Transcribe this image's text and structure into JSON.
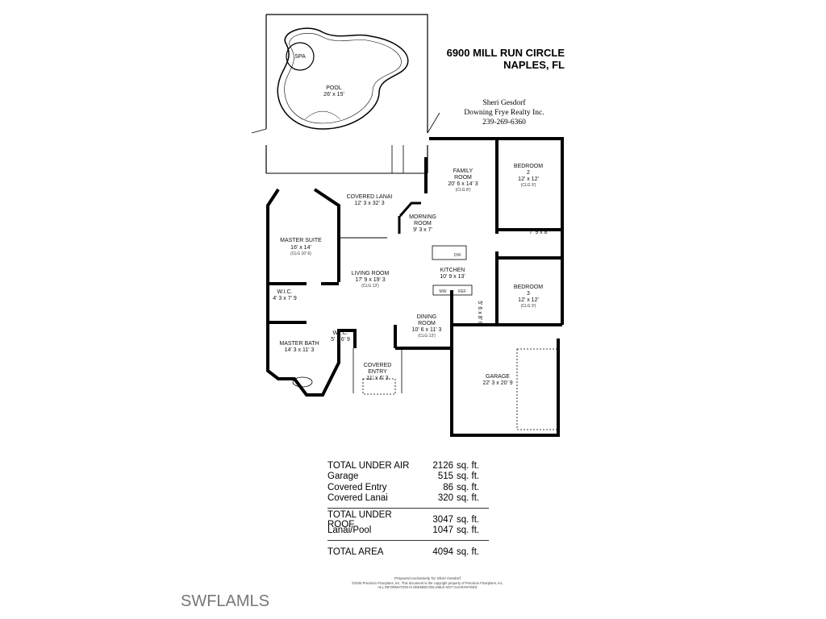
{
  "header": {
    "address_line1": "6900 MILL RUN CIRCLE",
    "address_line2": "NAPLES, FL"
  },
  "agent": {
    "name": "Sheri Gesdorf",
    "company": "Downing Frye Realty Inc.",
    "phone": "239-269-6360"
  },
  "rooms": {
    "spa": {
      "name": "SPA"
    },
    "pool": {
      "name": "POOL",
      "size": "26' x 15'"
    },
    "covered_lanai": {
      "name": "COVERED LANAI",
      "size": "12' 3 x 32' 3"
    },
    "family_room": {
      "name1": "FAMILY",
      "name2": "ROOM",
      "size": "20' 6 x 14' 3",
      "ceiling": "(CLG 8')"
    },
    "bedroom2": {
      "name1": "BEDROOM",
      "name2": "2",
      "size": "12' x 12'",
      "ceiling": "(CLG 9')"
    },
    "morning_room": {
      "name1": "MORNING",
      "name2": "ROOM",
      "size": "9' 3 x 7'"
    },
    "master_suite": {
      "name": "MASTER SUITE",
      "size": "16' x 14'",
      "ceiling": "(CLG 10' 6)"
    },
    "bath2": {
      "size": "7' 9 x 8'"
    },
    "kitchen": {
      "name": "KITCHEN",
      "size": "10' 9 x 13'",
      "dw": "DW",
      "mw": "MW",
      "ref": "REF"
    },
    "living_room": {
      "name": "LIVING ROOM",
      "size": "17' 9 x 19' 3",
      "ceiling": "(CLG 13')"
    },
    "bedroom3": {
      "name1": "BEDROOM",
      "name2": "3",
      "size": "12' x 12'",
      "ceiling": "(CLG 9')"
    },
    "wic1": {
      "name": "W.I.C.",
      "size": "4' 3 x 7' 9"
    },
    "laundry": {
      "size": "5' 6 x 8' 6"
    },
    "dining_room": {
      "name1": "DINING",
      "name2": "ROOM",
      "size": "10' 6 x 11' 3",
      "ceiling": "(CLG 13')"
    },
    "master_bath": {
      "name": "MASTER BATH",
      "size": "14' 3 x 11' 3"
    },
    "wic2": {
      "name": "W.I.C.",
      "size": "5' x 6' 9"
    },
    "covered_entry": {
      "name1": "COVERED",
      "name2": "ENTRY",
      "size": "11' x 6' 3"
    },
    "garage": {
      "name": "GARAGE",
      "size": "22' 3 x 20' 9"
    }
  },
  "areas": [
    {
      "label": "TOTAL UNDER AIR",
      "value": "2126",
      "unit": "sq. ft."
    },
    {
      "label": "Garage",
      "value": "515",
      "unit": "sq. ft."
    },
    {
      "label": "Covered Entry",
      "value": "86",
      "unit": "sq. ft."
    },
    {
      "label": "Covered Lanai",
      "value": "320",
      "unit": "sq. ft."
    },
    {
      "label": "TOTAL UNDER ROOF",
      "value": "3047",
      "unit": "sq. ft."
    },
    {
      "label": "Lanai/Pool",
      "value": "1047",
      "unit": "sq. ft."
    },
    {
      "label": "TOTAL AREA",
      "value": "4094",
      "unit": "sq. ft."
    }
  ],
  "fine_print": {
    "prepared": "Prepared exclusively for Sheri Gesdorf",
    "copyright": "©2025 Precision Floorplans, Inc.   This document is the copyright property of Precision Floorplans, Inc.",
    "notice": "ALL INFORMATION IS DEEMED RELIABLE NOT GUARANTEED"
  },
  "watermark": "SWFLAMLS"
}
